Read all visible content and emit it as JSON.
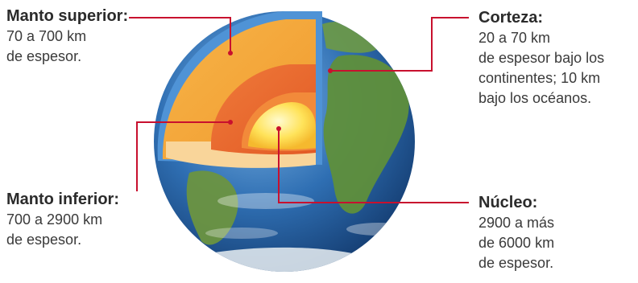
{
  "colors": {
    "leader_line": "#c8102e",
    "crust": "#4a8fd1",
    "upper_mantle": "#f4a437",
    "lower_mantle": "#e8642b",
    "outer_core": "#f28a3a",
    "inner_core": "#ffe064",
    "ocean": "#2e6fb5",
    "land": "#5a8a3a"
  },
  "labels": {
    "upper_mantle": {
      "title": "Manto superior:",
      "lines": [
        "70 a 700 km",
        "de espesor."
      ]
    },
    "lower_mantle": {
      "title": "Manto inferior:",
      "lines": [
        "700 a 2900 km",
        "de espesor."
      ]
    },
    "crust": {
      "title": "Corteza:",
      "lines": [
        "20 a 70 km",
        "de espesor bajo los",
        "continentes; 10 km",
        "bajo los océanos."
      ]
    },
    "core": {
      "title": "Núcleo:",
      "lines": [
        "2900 a más",
        "de 6000 km",
        "de espesor."
      ]
    }
  }
}
